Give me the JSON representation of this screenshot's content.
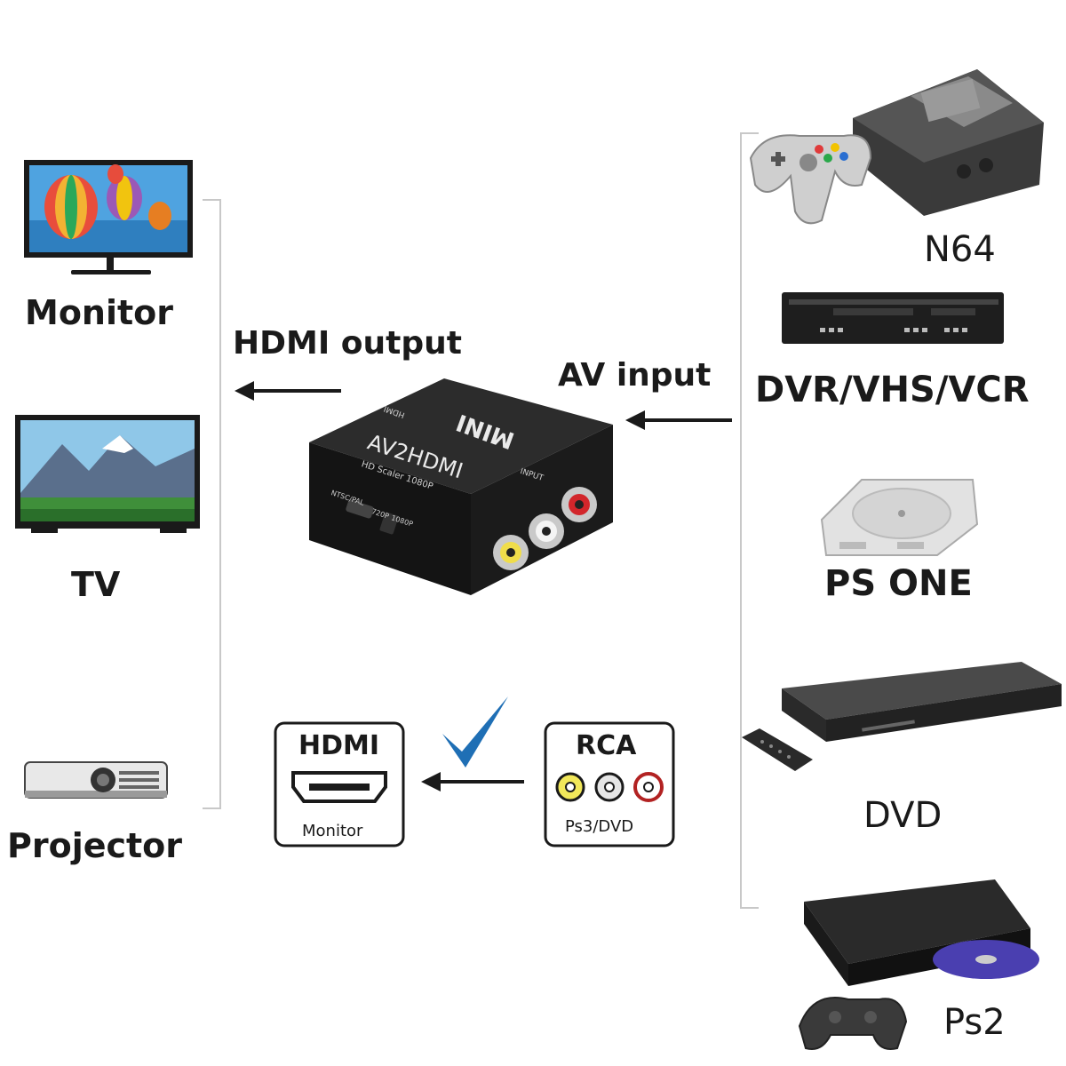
{
  "outputs": {
    "monitor_label": "Monitor",
    "tv_label": "TV",
    "projector_label": "Projector"
  },
  "flow": {
    "hdmi_output_label": "HDMI output",
    "av_input_label": "AV input"
  },
  "adapter": {
    "brand": "MINI",
    "model": "AV2HDMI",
    "subtitle": "HD Scaler 1080P",
    "port_out": "HDMI",
    "port_in": "INPUT",
    "switch_label_a": "NTSC/PAL",
    "switch_label_b": "720P",
    "switch_label_c": "1080P"
  },
  "inputs": {
    "n64_label": "N64",
    "vcr_label": "DVR/VHS/VCR",
    "psone_label": "PS ONE",
    "dvd_label": "DVD",
    "ps2_label": "Ps2"
  },
  "legend": {
    "hdmi_title": "HDMI",
    "hdmi_caption": "Monitor",
    "rca_title": "RCA",
    "rca_caption": "Ps3/DVD"
  },
  "colors": {
    "checkmark": "#1f6fb5",
    "rca_yellow": "#f2e85a",
    "rca_white": "#e6e6e6",
    "rca_red": "#b22222",
    "device_dark": "#1e1e1e"
  }
}
